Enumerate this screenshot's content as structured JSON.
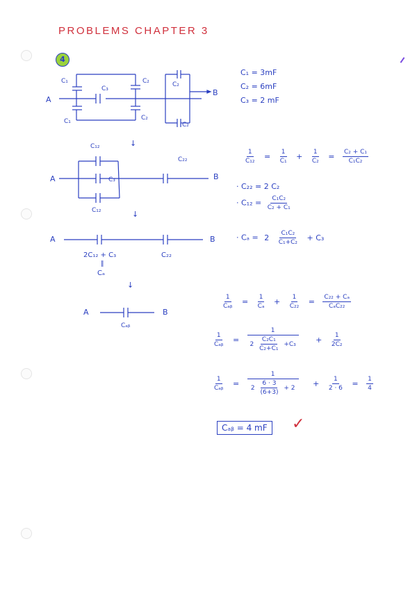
{
  "page": {
    "title": "PROBLEMS CHAPTER 3",
    "problem_number": "4",
    "colors": {
      "ink_blue": "#2a3fc0",
      "title_red": "#d0303c",
      "badge_green": "#9ad23c",
      "check_red": "#d0303c"
    }
  },
  "given": {
    "c1": "C₁ = 3mF",
    "c2": "C₂ = 6mF",
    "c3": "C₃ = 2 mF"
  },
  "circuit1": {
    "labels": {
      "a": "A",
      "b": "B",
      "c1_top": "C₁",
      "c2_top": "C₂",
      "c3": "C₃",
      "c1_bot": "C₁",
      "c2_bot": "C₂",
      "c2_right": "C₂",
      "c2_right_bot": "C₂"
    }
  },
  "circuit2": {
    "labels": {
      "a": "A",
      "b": "B",
      "c12_top": "C₁₂",
      "c3": "C₃",
      "c12_bot": "C₁₂",
      "c22": "C₂₂"
    }
  },
  "circuit3": {
    "labels": {
      "a": "A",
      "b": "B",
      "left_cap": "2C₁₂ + C₃",
      "equals": "‖",
      "ca": "Cₐ",
      "c22": "C₂₂"
    }
  },
  "circuit4": {
    "labels": {
      "a": "A",
      "b": "B",
      "cab": "Cₐᵦ"
    }
  },
  "arrows": {
    "down": "↓"
  },
  "equations": {
    "eq1": {
      "lhs_num": "1",
      "lhs_den": "C₁₂",
      "eq": "=",
      "t1_num": "1",
      "t1_den": "C₁",
      "plus": "+",
      "t2_num": "1",
      "t2_den": "C₂",
      "eq2": "=",
      "r_num": "C₂ + C₁",
      "r_den": "C₁C₂"
    },
    "eq2": "· C₂₂ = 2 C₂",
    "eq3": {
      "lhs": "· C₁₂ =",
      "num": "C₁C₂",
      "den": "C₂ + C₁"
    },
    "eq4": {
      "lhs": "· Cₐ =",
      "coef": "2",
      "num": "C₁C₂",
      "den": "C₁+C₂",
      "tail": "+ C₃"
    },
    "eq5": {
      "lhs_num": "1",
      "lhs_den": "Cₐᵦ",
      "eq": "=",
      "t1_num": "1",
      "t1_den": "Cₐ",
      "plus": "+",
      "t2_num": "1",
      "t2_den": "C₂₂",
      "eq2": "=",
      "r_num": "C₂₂ + Cₐ",
      "r_den": "CₐC₂₂"
    },
    "eq6": {
      "lhs_num": "1",
      "lhs_den": "Cₐᵦ",
      "eq": "=",
      "num": "1",
      "den_coef": "2",
      "den_num": "C₂C₁",
      "den_den": "C₂+C₁",
      "den_tail": "+C₃",
      "plus": "+",
      "t2_num": "1",
      "t2_den": "2C₂"
    },
    "eq7": {
      "lhs_num": "1",
      "lhs_den": "Cₐᵦ",
      "eq": "=",
      "num": "1",
      "den_coef": "2",
      "den_num": "6 · 3",
      "den_den": "(6+3)",
      "den_tail": "+ 2",
      "plus": "+",
      "t2_num": "1",
      "t2_den": "2 · 6",
      "eq2": "=",
      "r_num": "1",
      "r_den": "4"
    },
    "answer": "Cₐᵦ = 4 mF",
    "check_mark": "✓"
  }
}
